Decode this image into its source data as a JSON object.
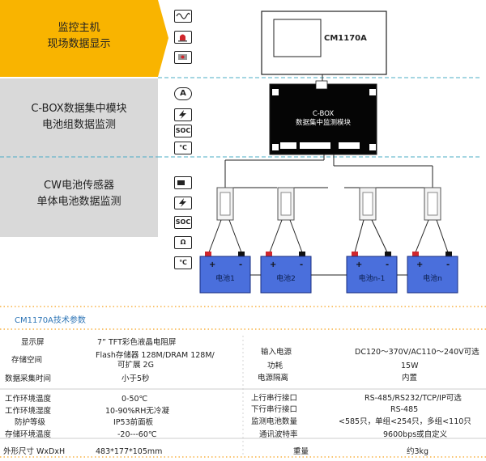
{
  "tiers": [
    {
      "line1": "监控主机",
      "line2": "现场数据显示"
    },
    {
      "line1": "C-BOX数据集中模块",
      "line2": "电池组数据监测"
    },
    {
      "line1": "CW电池传感器",
      "line2": "单体电池数据监测"
    }
  ],
  "icons": {
    "tier1": [
      "waveform-icon",
      "alarm-icon",
      "device-icon"
    ],
    "tier2": [
      {
        "name": "current-meter-icon",
        "text": "A"
      },
      {
        "name": "voltage-icon",
        "text": ""
      },
      {
        "name": "soc-icon",
        "text": "SOC"
      },
      {
        "name": "temperature-icon",
        "text": "℃"
      }
    ],
    "tier3": [
      {
        "name": "battery-level-icon",
        "text": ""
      },
      {
        "name": "voltage-icon",
        "text": ""
      },
      {
        "name": "soc-icon",
        "text": "SOC"
      },
      {
        "name": "resistance-icon",
        "text": "Ω"
      },
      {
        "name": "temperature-icon",
        "text": "℃"
      }
    ]
  },
  "monitor": {
    "model": "CM1170A"
  },
  "cbox": {
    "line1": "C-BOX",
    "line2": "数据集中监测模块"
  },
  "batteries": [
    "电池1",
    "电池2",
    "电池n-1",
    "电池n"
  ],
  "spec_title": "CM1170A技术参数",
  "specs": {
    "display_label": "显示屏",
    "display_value": "7” TFT彩色液晶电阻屏",
    "storage_label": "存储空间",
    "storage_value_1": "Flash存储器 128M/DRAM 128M/",
    "storage_value_2": "可扩展 2G",
    "sampling_label": "数据采集时间",
    "sampling_value": "小于5秒",
    "op_temp_label": "工作环境温度",
    "op_temp_value": "0-50℃",
    "op_hum_label": "工作环境湿度",
    "op_hum_value": "10-90%RH无冷凝",
    "protect_label": "防护等级",
    "protect_value": "IP53前面板",
    "storage_temp_label": "存储环境温度",
    "storage_temp_value": "-20---60℃",
    "size_label": "外形尺寸 WxDxH",
    "size_value": "483*177*105mm",
    "input_label": "输入电源",
    "input_value": "DC120～370V/AC110～240V可选",
    "power_label": "功耗",
    "power_value": "15W",
    "isolation_label": "电源隔离",
    "isolation_value": "内置",
    "uplink_label": "上行串行接口",
    "uplink_value": "RS-485/RS232/TCP/IP可选",
    "downlink_label": "下行串行接口",
    "downlink_value": "RS-485",
    "count_label": "监测电池数量",
    "count_value": "<585只，单组<254只，多组<110只",
    "baud_label": "通讯波特率",
    "baud_value": "9600bps或自定义",
    "weight_label": "重量",
    "weight_value": "约3kg"
  },
  "colors": {
    "tier1_bg": "#f9b400",
    "tier_gray": "#d9d9d9",
    "dashed_line": "#4bacc6",
    "battery_fill": "#4a6fdc",
    "spec_title": "#2e75b6",
    "spec_dots": "#f6a21e"
  }
}
